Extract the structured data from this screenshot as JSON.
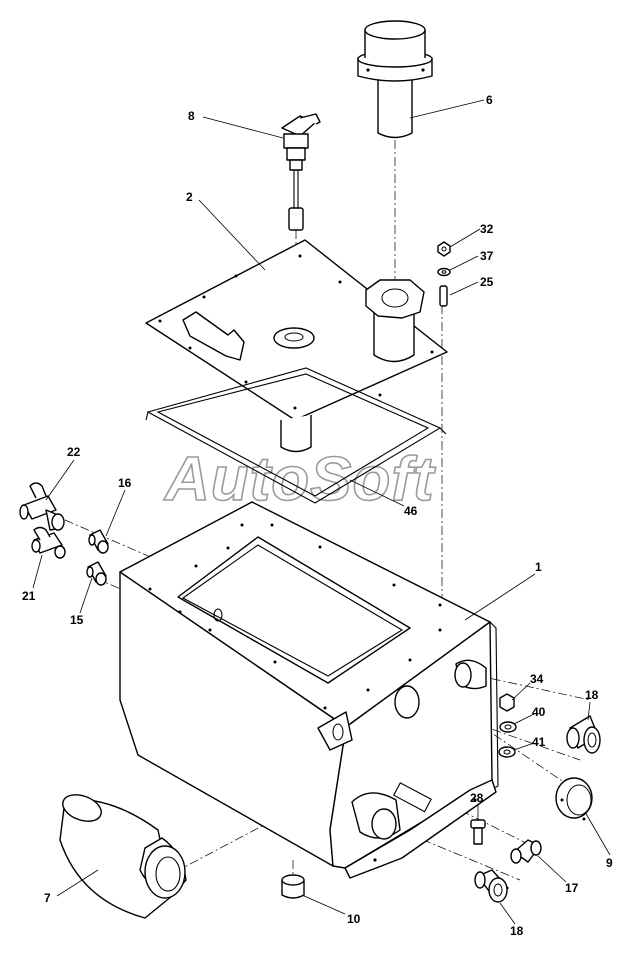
{
  "watermark": "AutoSoft",
  "callouts": [
    {
      "id": "c6",
      "label": "6"
    },
    {
      "id": "c8",
      "label": "8"
    },
    {
      "id": "c2",
      "label": "2"
    },
    {
      "id": "c32",
      "label": "32"
    },
    {
      "id": "c37",
      "label": "37"
    },
    {
      "id": "c25",
      "label": "25"
    },
    {
      "id": "c22",
      "label": "22"
    },
    {
      "id": "c16",
      "label": "16"
    },
    {
      "id": "c46",
      "label": "46"
    },
    {
      "id": "c1",
      "label": "1"
    },
    {
      "id": "c21",
      "label": "21"
    },
    {
      "id": "c15",
      "label": "15"
    },
    {
      "id": "c34",
      "label": "34"
    },
    {
      "id": "c18a",
      "label": "18"
    },
    {
      "id": "c40",
      "label": "40"
    },
    {
      "id": "c41",
      "label": "41"
    },
    {
      "id": "c28",
      "label": "28"
    },
    {
      "id": "c9",
      "label": "9"
    },
    {
      "id": "c17",
      "label": "17"
    },
    {
      "id": "c7",
      "label": "7"
    },
    {
      "id": "c10",
      "label": "10"
    },
    {
      "id": "c18b",
      "label": "18"
    }
  ]
}
